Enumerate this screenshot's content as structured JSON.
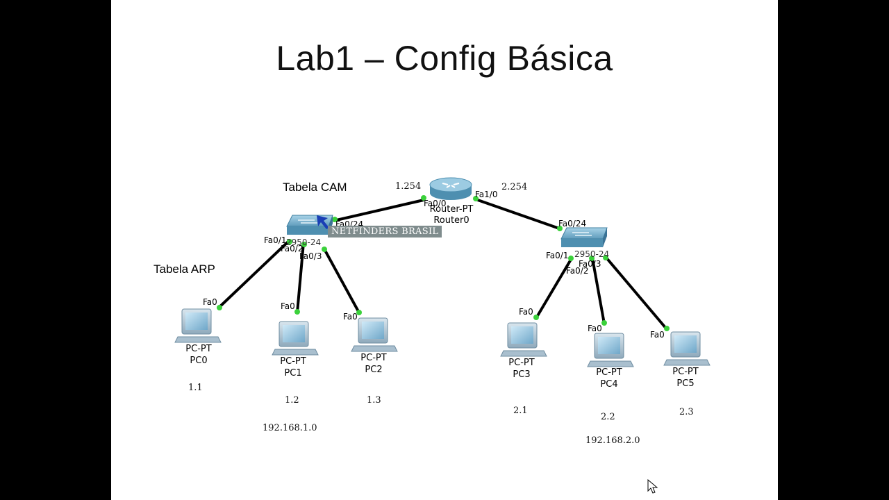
{
  "title": "Lab1 – Config Básica",
  "labels": {
    "tabela_cam": "Tabela CAM",
    "tabela_arp": "Tabela ARP"
  },
  "router": {
    "type": "Router-PT",
    "name": "Router0",
    "left_addr": "1.254",
    "right_addr": "2.254",
    "port_left": "Fa0/0",
    "port_right": "Fa1/0"
  },
  "switch_left": {
    "uplink_port": "Fa0/24",
    "ports": [
      "Fa0/1",
      "Fa0/2",
      "Fa0/3"
    ],
    "partial_label": "2950-24"
  },
  "switch_right": {
    "uplink_port": "Fa0/24",
    "ports": [
      "Fa0/1",
      "Fa0/2",
      "Fa0/3"
    ],
    "partial_label": "2950-24"
  },
  "pcs": [
    {
      "type": "PC-PT",
      "name": "PC0",
      "port": "Fa0",
      "addr": "1.1"
    },
    {
      "type": "PC-PT",
      "name": "PC1",
      "port": "Fa0",
      "addr": "1.2"
    },
    {
      "type": "PC-PT",
      "name": "PC2",
      "port": "Fa0",
      "addr": "1.3"
    },
    {
      "type": "PC-PT",
      "name": "PC3",
      "port": "Fa0",
      "addr": "2.1"
    },
    {
      "type": "PC-PT",
      "name": "PC4",
      "port": "Fa0",
      "addr": "2.2"
    },
    {
      "type": "PC-PT",
      "name": "PC5",
      "port": "Fa0",
      "addr": "2.3"
    }
  ],
  "networks": {
    "left": "192.168.1.0",
    "right": "192.168.2.0"
  },
  "watermark": "NETFINDERS BRASIL",
  "colors": {
    "link": "#000000",
    "link_light": "#3bd13b",
    "device": "#4e8fb0",
    "background": "#ffffff"
  }
}
